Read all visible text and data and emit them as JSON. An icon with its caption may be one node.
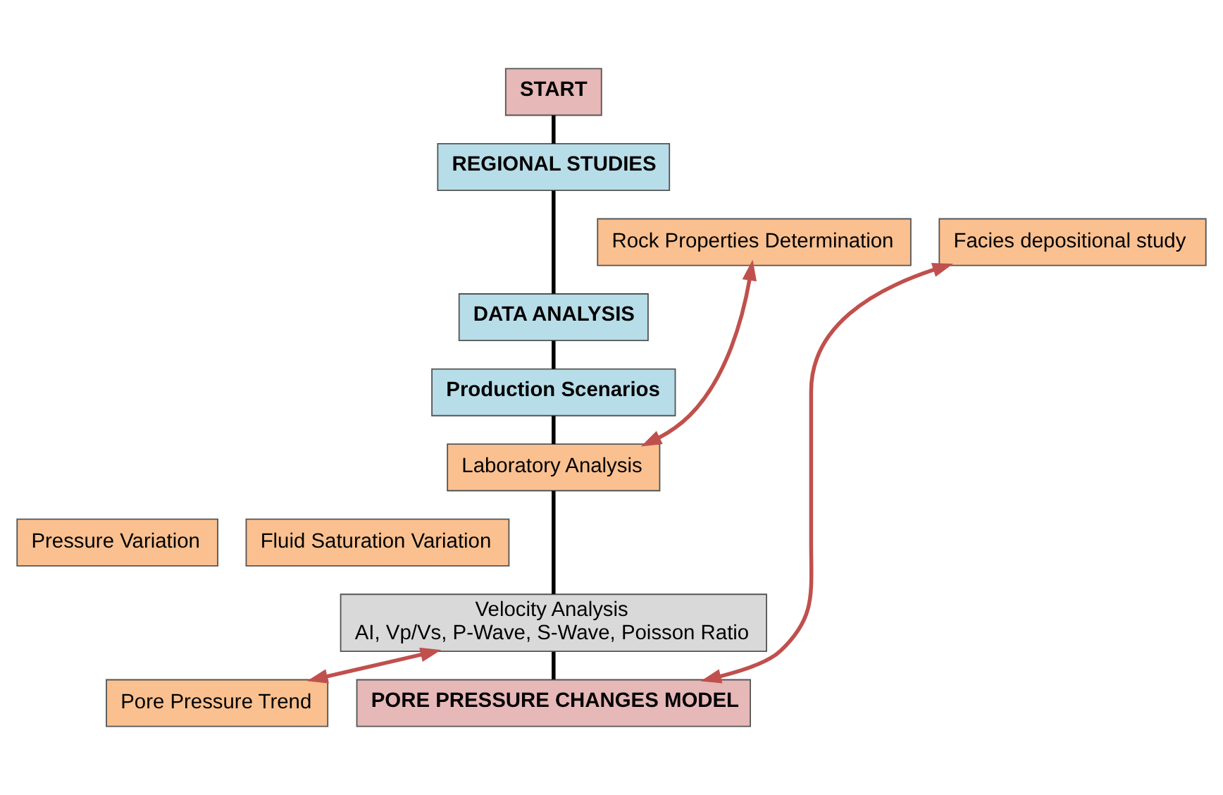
{
  "diagram": {
    "nodes": [
      {
        "text": [
          "START"
        ]
      },
      {
        "text": [
          "REGIONAL STUDIES"
        ]
      },
      {
        "text": [
          "Rock Properties Determination"
        ]
      },
      {
        "text": [
          "Facies depositional study"
        ]
      },
      {
        "text": [
          "DATA ANALYSIS"
        ]
      },
      {
        "text": [
          "Production Scenarios"
        ]
      },
      {
        "text": [
          "Laboratory Analysis"
        ]
      },
      {
        "text": [
          "Pressure Variation"
        ]
      },
      {
        "text": [
          "Fluid Saturation Variation"
        ]
      },
      {
        "text": [
          "Velocity Analysis",
          "AI, Vp/Vs, P-Wave, S-Wave, Poisson Ratio"
        ]
      },
      {
        "text": [
          "Pore Pressure Trend"
        ]
      },
      {
        "text": [
          "PORE PRESSURE CHANGES MODEL"
        ]
      }
    ],
    "edges": [
      {
        "from": 0,
        "to": 1,
        "arrow": "none"
      },
      {
        "from": 1,
        "to": 4,
        "arrow": "none"
      },
      {
        "from": 4,
        "to": 5,
        "arrow": "none"
      },
      {
        "from": 5,
        "to": 6,
        "arrow": "none"
      },
      {
        "from": 6,
        "to": 9,
        "arrow": "none"
      },
      {
        "from": 9,
        "to": 11,
        "arrow": "none"
      },
      {
        "from": 2,
        "to": 6,
        "arrow": "both",
        "color": "#c0504d"
      },
      {
        "from": 9,
        "to": 10,
        "arrow": "both",
        "color": "#c0504d"
      },
      {
        "from": 3,
        "to": 11,
        "arrow": "both",
        "color": "#c0504d"
      }
    ]
  }
}
